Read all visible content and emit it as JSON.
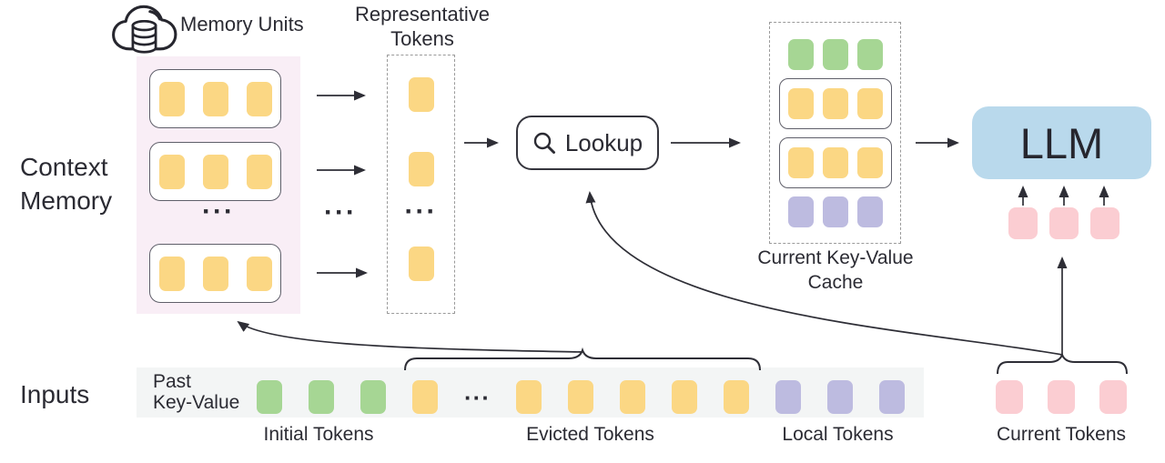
{
  "palette": {
    "yellow": "#FBD784",
    "green": "#A6D694",
    "purple": "#BDBBE0",
    "pink": "#FBCDD2",
    "blue_llm": "#B9D9EC",
    "memory_bg": "#F9EEF6",
    "strip_bg": "#F3F5F5",
    "ink": "#2B2B33",
    "line": "#2E2E36",
    "dashed_border": "#9A9A9A"
  },
  "labels": {
    "memory_units": "Memory Units",
    "representative": [
      "Representative",
      "Tokens"
    ],
    "context_memory": [
      "Context",
      "Memory"
    ],
    "lookup": "Lookup",
    "cache": [
      "Current Key-Value",
      "Cache"
    ],
    "llm": "LLM",
    "inputs": "Inputs",
    "past_kv": [
      "Past",
      "Key-Value"
    ],
    "initial_tokens": "Initial Tokens",
    "evicted_tokens": "Evicted Tokens",
    "local_tokens": "Local Tokens",
    "current_tokens": "Current Tokens",
    "ellipsis": "···"
  },
  "token_groups": {
    "memory_rows": [
      [
        "yellow",
        "yellow",
        "yellow"
      ],
      [
        "yellow",
        "yellow",
        "yellow"
      ],
      [
        "yellow",
        "yellow",
        "yellow"
      ]
    ],
    "representative_col": [
      "yellow",
      "yellow",
      "dots",
      "yellow"
    ],
    "cache_row_initial": [
      "green",
      "green",
      "green"
    ],
    "cache_chunk_1": [
      "yellow",
      "yellow",
      "yellow"
    ],
    "cache_chunk_2": [
      "yellow",
      "yellow",
      "yellow"
    ],
    "cache_row_local": [
      "purple",
      "purple",
      "purple"
    ],
    "llm_inputs": [
      "pink",
      "pink",
      "pink"
    ],
    "current_tokens": [
      "pink",
      "pink",
      "pink"
    ],
    "past_strip": [
      "green",
      "green",
      "green",
      "yellow",
      "dots",
      "yellow",
      "yellow",
      "yellow",
      "yellow",
      "yellow",
      "purple",
      "purple",
      "purple"
    ]
  }
}
